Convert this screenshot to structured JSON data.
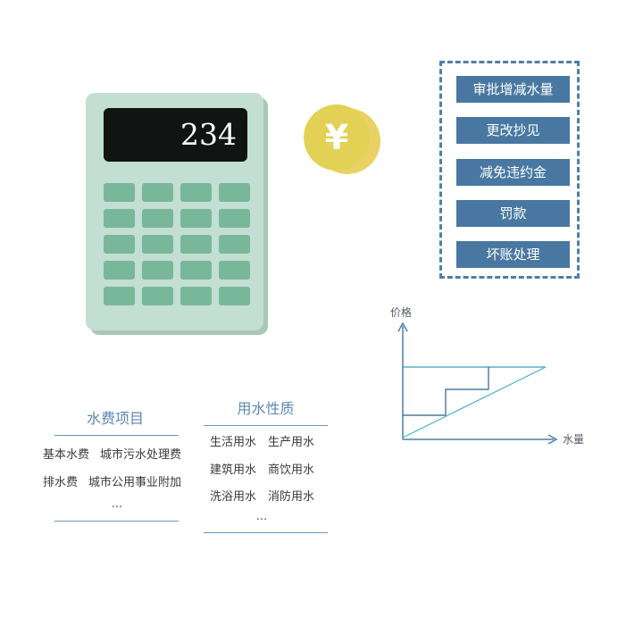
{
  "calculator": {
    "display": "234"
  },
  "coin": {
    "symbol": "¥"
  },
  "panel": {
    "items": [
      "审批增减水量",
      "更改抄见",
      "减免违约金",
      "罚款",
      "坏账处理"
    ]
  },
  "chart": {
    "ylabel": "价格",
    "xlabel": "水量"
  },
  "fee_items": {
    "title": "水费项目",
    "rows": [
      [
        "基本水费",
        "城市污水处理费"
      ],
      [
        "排水费",
        "城市公用事业附加"
      ]
    ],
    "more": "..."
  },
  "water_use": {
    "title": "用水性质",
    "rows": [
      [
        "生活用水",
        "生产用水"
      ],
      [
        "建筑用水",
        "商饮用水"
      ],
      [
        "洗浴用水",
        "消防用水"
      ]
    ],
    "more": "..."
  },
  "colors": {
    "calculator_body": "#c3ded2",
    "calculator_key": "#79b79b",
    "coin": "#e3d156",
    "accent_blue": "#4878a1",
    "chart_line": "#3a9fb8"
  }
}
